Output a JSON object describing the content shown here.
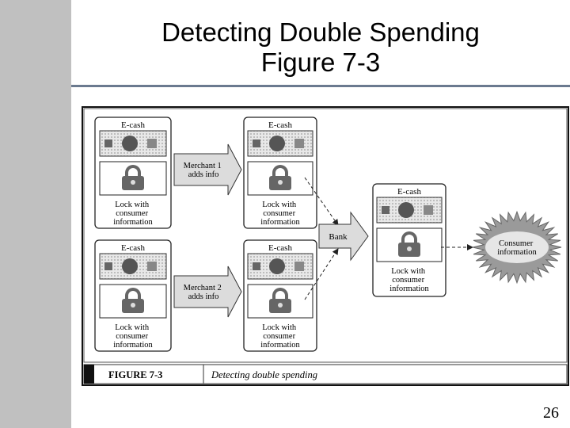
{
  "slide": {
    "title_line1": "Detecting Double Spending",
    "title_line2": "Figure 7-3",
    "page_number": "26"
  },
  "figure": {
    "caption_label": "FIGURE 7-3",
    "caption_text": "Detecting double spending",
    "ecash_label": "E-cash",
    "lock_label": [
      "Lock with",
      "consumer",
      "information"
    ],
    "merchant1": [
      "Merchant 1",
      "adds info"
    ],
    "merchant2": [
      "Merchant 2",
      "adds info"
    ],
    "bank": "Bank",
    "consumer_info": [
      "Consumer",
      "information"
    ],
    "icons": [
      "padlock-icon",
      "dollar-bill-icon",
      "arrow-icon",
      "starburst-icon"
    ]
  }
}
